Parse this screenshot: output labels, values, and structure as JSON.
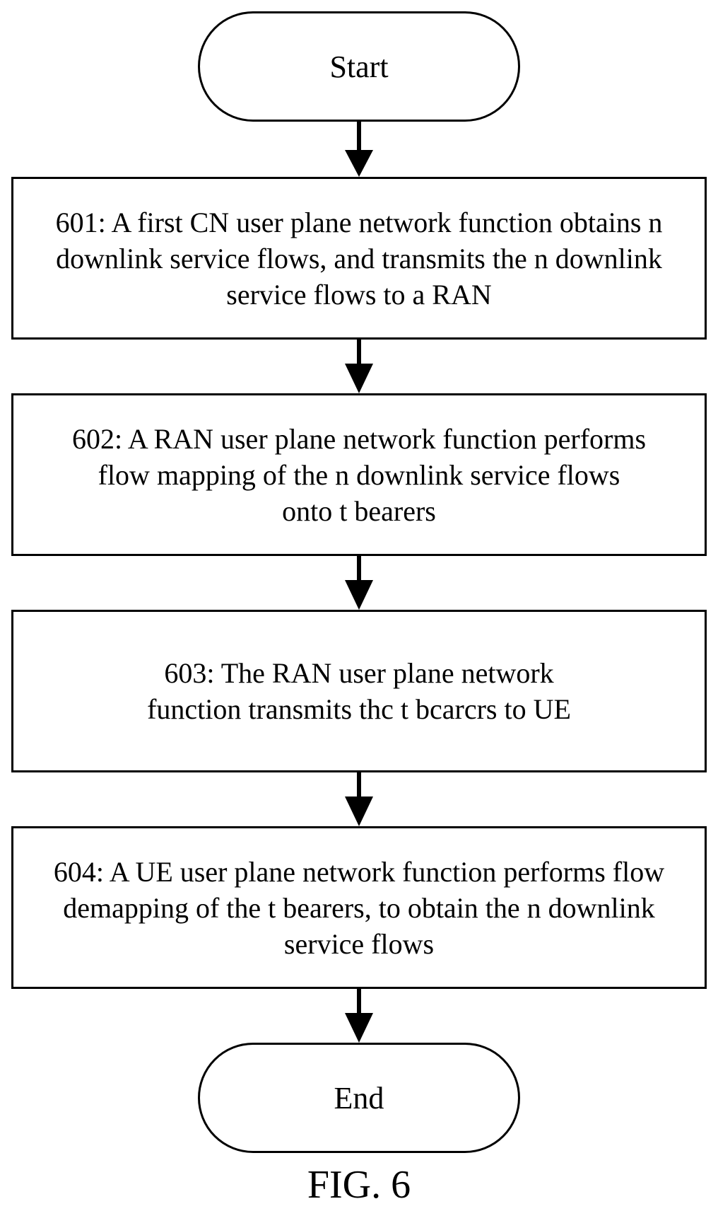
{
  "flowchart": {
    "start_label": "Start",
    "end_label": "End",
    "steps": [
      {
        "text": "601: A first CN user plane network function obtains n downlink service flows, and transmits the n downlink service flows to a RAN"
      },
      {
        "text": "602: A RAN user plane network function performs flow mapping of the n downlink service flows onto t bearers"
      },
      {
        "text": "603: The RAN user plane network function transmits thc t bcarcrs to UE"
      },
      {
        "text": "604: A UE user plane network function performs flow demapping of the t bearers, to obtain the n downlink service flows"
      }
    ],
    "caption": "FIG. 6"
  }
}
